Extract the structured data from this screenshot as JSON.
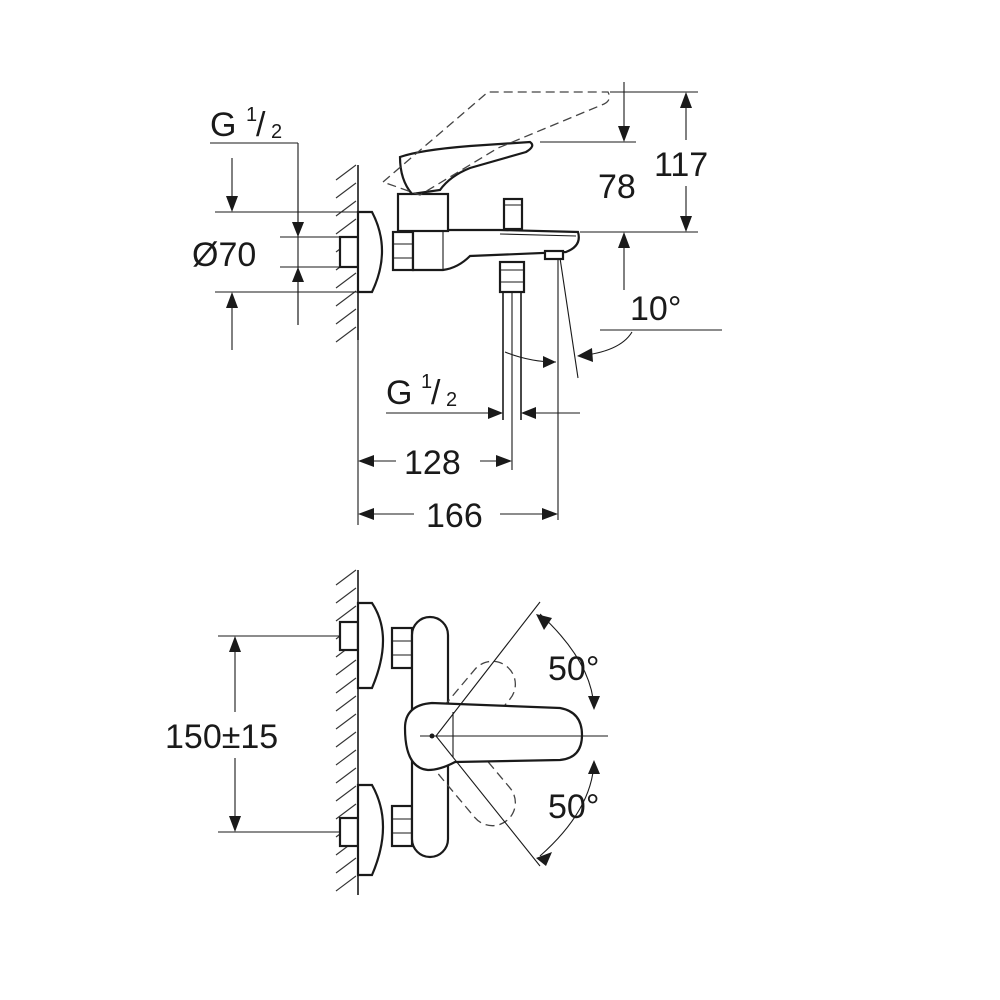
{
  "side_view": {
    "thread_top": {
      "letter": "G",
      "num": "1",
      "den": "2"
    },
    "diameter": "Ø70",
    "height_total": "117",
    "height_spout": "78",
    "angle": "10°",
    "thread_bottom": {
      "letter": "G",
      "num": "1",
      "den": "2"
    },
    "length_outlet": "128",
    "length_total": "166"
  },
  "top_view": {
    "centers": "150±15",
    "angle_up": "50°",
    "angle_down": "50°"
  }
}
